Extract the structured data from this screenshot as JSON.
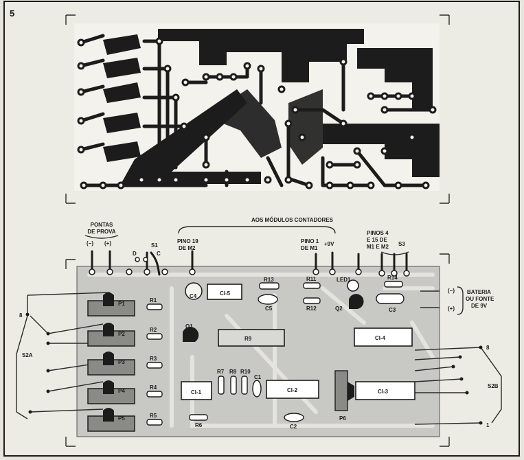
{
  "figure": {
    "number": "5",
    "labels": {
      "pontas_line1": "PONTAS",
      "pontas_line2": "DE PROVA",
      "polarity_minus": "(−)",
      "polarity_plus": "(+)",
      "s1": "S1",
      "d": "D",
      "c": "C",
      "pino19_line1": "PINO 19",
      "pino19_line2": "DE M2",
      "modulos": "AOS MÓDULOS CONTADORES",
      "pino1_line1": "PINO 1",
      "pino1_line2": "DE M1",
      "plus9v": "+9V",
      "pinos4_line1": "PINOS 4",
      "pinos4_line2": "E 15 DE",
      "pinos4_line3": "M1 E M2",
      "s3": "S3",
      "led1": "LED1",
      "bateria_line1": "BATERIA",
      "bateria_line2": "OU FONTE",
      "bateria_line3": "DE 9V",
      "bat_minus": "(−)",
      "bat_plus": "(+)",
      "s2a": "S2A",
      "s2b": "S2B",
      "terminal_8a": "8",
      "terminal_8b": "8",
      "terminal_1": "1"
    },
    "components": {
      "c4": "C4",
      "ci5": "CI-5",
      "r13": "R13",
      "c5": "C5",
      "r11": "R11",
      "r12": "R12",
      "q2": "Q2",
      "r14": "R14",
      "c3": "C3",
      "p1": "P1",
      "p2": "P2",
      "p3": "P3",
      "p4": "P4",
      "p5": "P5",
      "r1": "R1",
      "r2": "R2",
      "r3": "R3",
      "r4": "R4",
      "r5": "R5",
      "q1": "Q1",
      "r9": "R9",
      "ci4": "CI-4",
      "ci1": "CI-1",
      "r7": "R7",
      "r8": "R8",
      "r10": "R10",
      "c1": "C1",
      "ci2": "CI-2",
      "ci3": "CI-3",
      "p6": "P6",
      "c2": "C2",
      "r6": "R6"
    },
    "colors": {
      "ink": "#1c1c1c",
      "paper": "#e6e4dc",
      "board": "#c8c8c4"
    }
  }
}
